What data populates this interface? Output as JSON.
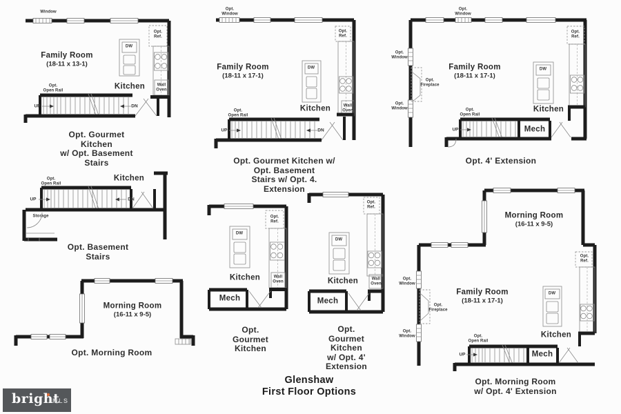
{
  "title": {
    "line1": "Glenshaw",
    "line2": "First Floor Options"
  },
  "watermark": {
    "brand": "bright",
    "suffix": "MLS"
  },
  "colors": {
    "wall": "#1d1d1d",
    "background": "#fcfcfc",
    "watermark_bg": "#54575a",
    "watermark_text": "#fbfbfb",
    "watermark_accent": "#e2703a"
  },
  "plans": [
    {
      "id": "opt-gourmet-kitchen-w-opt-basement-stairs",
      "labels": {
        "window": "Window",
        "family_room": "Family Room",
        "family_dims": "(18-11 x 13-1)",
        "opt_ref": "Opt.\nRef.",
        "dw": "DW",
        "kitchen": "Kitchen",
        "wall_oven": "Wall\nOven",
        "opt_open_rail": "Opt.\nOpen Rail",
        "up": "UP",
        "dn": "DN",
        "caption": "Opt. Gourmet Kitchen\nw/ Opt. Basement Stairs"
      }
    },
    {
      "id": "opt-gourmet-kitchen-w-opt-basement-stairs-w-opt-4-extension",
      "labels": {
        "opt_window": "Opt.\nWindow",
        "family_room": "Family Room",
        "family_dims": "(18-11 x 17-1)",
        "opt_ref": "Opt.\nRef.",
        "dw": "DW",
        "kitchen": "Kitchen",
        "wall_oven": "Wall\nOven",
        "opt_open_rail": "Opt.\nOpen Rail",
        "up": "UP",
        "dn": "DN",
        "caption": "Opt. Gourmet Kitchen w/ Opt. Basement\nStairs w/ Opt. 4. Extension"
      }
    },
    {
      "id": "opt-4-extension",
      "labels": {
        "opt_window_top": "Opt.\nWindow",
        "opt_window_left_upper": "Opt.\nWindow",
        "opt_window_left_lower": "Opt.\nWindow",
        "opt_fireplace": "Opt.\nFireplace",
        "family_room": "Family Room",
        "family_dims": "(18-11 x 17-1)",
        "opt_ref": "Opt.\nRef.",
        "dw": "DW",
        "kitchen": "Kitchen",
        "mech": "Mech",
        "opt_open_rail": "Opt.\nOpen Rail",
        "up": "UP",
        "caption": "Opt. 4' Extension"
      }
    },
    {
      "id": "opt-basement-stairs",
      "labels": {
        "kitchen": "Kitchen",
        "opt_open_rail": "Opt.\nOpen Rail",
        "up": "UP",
        "dn": "DN",
        "storage": "Storage",
        "caption": "Opt. Basement Stairs"
      }
    },
    {
      "id": "opt-gourmet-kitchen",
      "labels": {
        "opt_ref": "Opt.\nRef.",
        "dw": "DW",
        "kitchen": "Kitchen",
        "wall_oven": "Wall\nOven",
        "mech": "Mech",
        "caption": "Opt. Gourmet Kitchen"
      }
    },
    {
      "id": "opt-gourmet-kitchen-w-opt-4-extension",
      "labels": {
        "opt_ref": "Opt.\nRef.",
        "dw": "DW",
        "kitchen": "Kitchen",
        "wall_oven": "Wall\nOven",
        "mech": "Mech",
        "caption": "Opt. Gourmet Kitchen\nw/ Opt. 4' Extension"
      }
    },
    {
      "id": "opt-morning-room",
      "labels": {
        "morning_room": "Morning Room",
        "morning_dims": "(16-11 x 9-5)",
        "caption": "Opt. Morning Room"
      }
    },
    {
      "id": "opt-morning-room-w-opt-4-extension",
      "labels": {
        "morning_room": "Morning Room",
        "morning_dims": "(16-11 x 9-5)",
        "opt_window_upper": "Opt.\nWindow",
        "opt_window_lower": "Opt.\nWindow",
        "opt_fireplace": "Opt.\nFireplace",
        "family_room": "Family Room",
        "family_dims": "(18-11 x 17-1)",
        "opt_ref": "Opt.\nRef.",
        "dw": "DW",
        "kitchen": "Kitchen",
        "mech": "Mech",
        "opt_open_rail": "Opt.\nOpen Rail",
        "up": "UP",
        "caption": "Opt. Morning Room w/ Opt. 4' Extension"
      }
    }
  ]
}
